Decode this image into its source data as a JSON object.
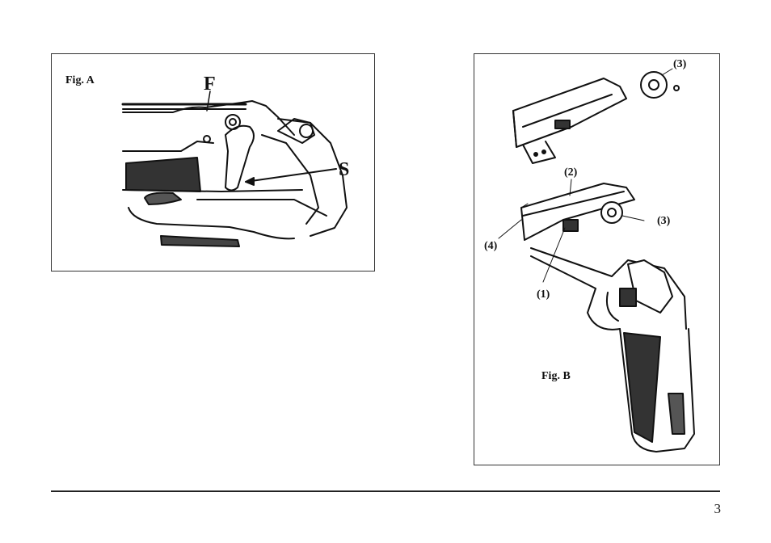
{
  "figure_a": {
    "caption": "Fig. A",
    "label_f": "F",
    "label_s": "S"
  },
  "figure_b": {
    "caption": "Fig. B",
    "callouts": [
      "(1)",
      "(2)",
      "(3)",
      "(3)",
      "(4)"
    ]
  },
  "footer": {
    "page_number": "3"
  }
}
